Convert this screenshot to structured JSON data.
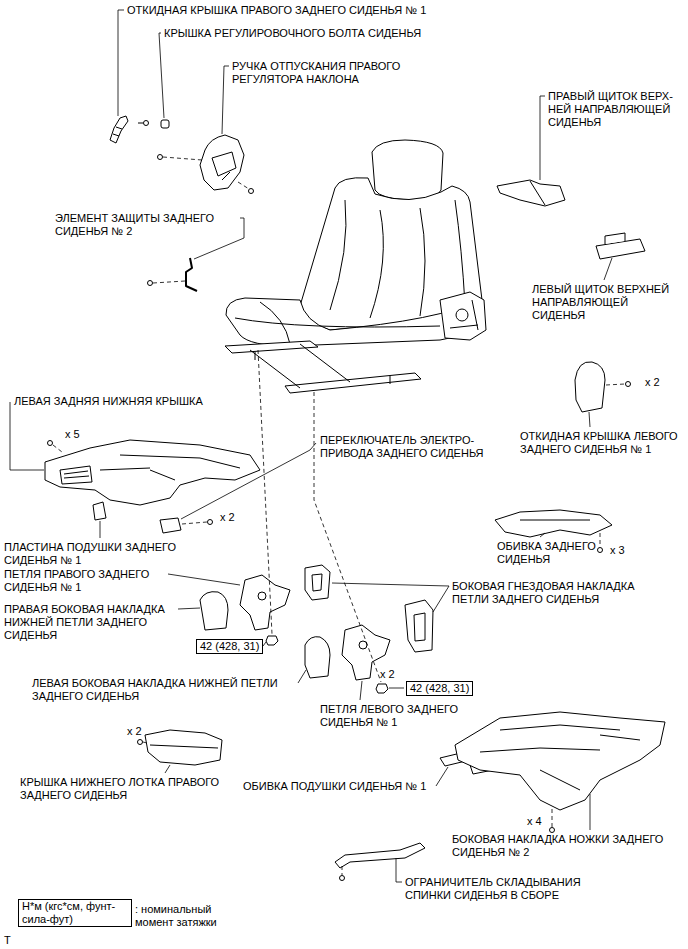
{
  "diagram": {
    "nodes": [
      {
        "text": [
          "42 (428, 31)"
        ]
      },
      {
        "text": [
          "42 (428, 31)"
        ]
      },
      {
        "text": [
          "Н*м (кгс*см, фунт- сила-фут)"
        ]
      }
    ],
    "labels": [
      "ОТКИДНАЯ КРЫШКА ПРАВОГО ЗАДНЕГО СИДЕНЬЯ № 1",
      "КРЫШКА РЕГУЛИРОВОЧНОГО БОЛТА СИДЕНЬЯ",
      "РУЧКА ОТПУСКАНИЯ ПРАВОГО РЕГУЛЯТОРА НАКЛОНА",
      "ПРАВЫЙ ЩИТОК ВЕРХ- НЕЙ НАПРАВЛЯЮЩЕЙ СИДЕНЬЯ",
      "ЭЛЕМЕНТ ЗАЩИТЫ ЗАДНЕГО СИДЕНЬЯ № 2",
      "ЛЕВЫЙ ЩИТОК ВЕРХНЕЙ НАПРАВЛЯЮЩЕЙ СИДЕНЬЯ",
      "x 2",
      "ЛЕВАЯ ЗАДНЯЯ НИЖНЯЯ КРЫШКА",
      "x 5",
      "ОТКИДНАЯ КРЫШКА ЛЕВОГО ЗАДНЕГО СИДЕНЬЯ № 1",
      "ПЕРЕКЛЮЧАТЕЛЬ ЭЛЕКТРО- ПРИВОДА ЗАДНЕГО СИДЕНЬЯ",
      "x 2",
      "ОБИВКА ЗАДНЕГО СИДЕНЬЯ",
      "x 3",
      "ПЛАСТИНА ПОДУШКИ ЗАДНЕГО СИДЕНЬЯ № 1",
      "ПЕТЛЯ ПРАВОГО ЗАДНЕГО СИДЕНЬЯ № 1",
      "БОКОВАЯ ГНЕЗДОВАЯ НАКЛАДКА ПЕТЛИ ЗАДНЕГО СИДЕНЬЯ",
      "ПРАВАЯ БОКОВАЯ НАКЛАДКА НИЖНЕЙ ПЕТЛИ ЗАДНЕГО СИДЕНЬЯ",
      "x 2",
      "ЛЕВАЯ БОКОВАЯ НАКЛАДКА НИЖНЕЙ ПЕТЛИ ЗАДНЕГО СИДЕНЬЯ",
      "ПЕТЛЯ ЛЕВОГО ЗАДНЕГО СИДЕНЬЯ № 1",
      "x 2",
      "КРЫШКА НИЖНЕГО ЛОТКА ПРАВОГО ЗАДНЕГО СИДЕНЬЯ",
      "ОБИВКА ПОДУШКИ СИДЕНЬЯ № 1",
      "x 4",
      "БОКОВАЯ НАКЛАДКА НОЖКИ ЗАДНЕГО СИДЕНЬЯ № 2",
      "ОГРАНИЧИТЕЛЬ СКЛАДЫВАНИЯ СПИНКИ СИДЕНЬЯ В СБОРЕ",
      ": номинальный момент затяжки",
      "T"
    ]
  }
}
